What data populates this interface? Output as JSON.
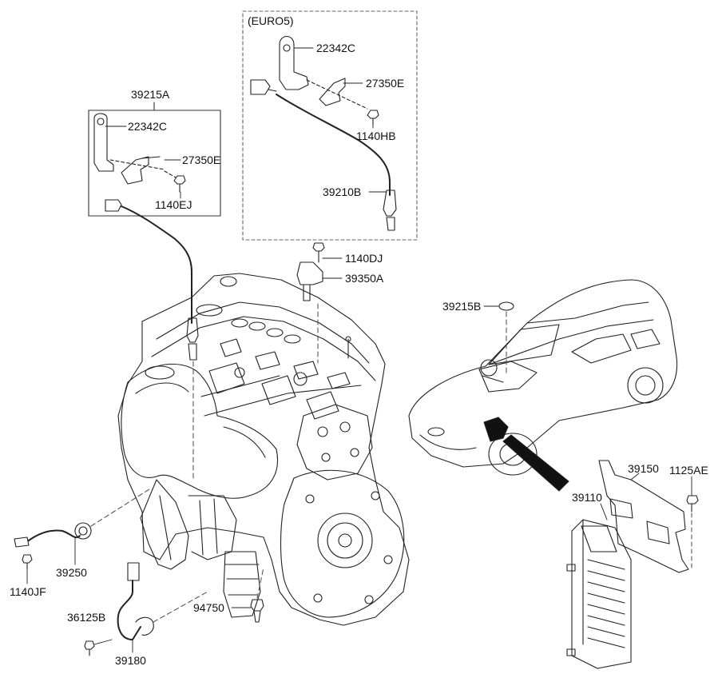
{
  "title": "",
  "group_euro5": "(EURO5)",
  "parts": {
    "p39215A": "39215A",
    "p22342C_a": "22342C",
    "p27350E_a": "27350E",
    "p1140EJ": "1140EJ",
    "p22342C_b": "22342C",
    "p27350E_b": "27350E",
    "p1140HB": "1140HB",
    "p39210B": "39210B",
    "p1140DJ": "1140DJ",
    "p39350A": "39350A",
    "p39215B": "39215B",
    "p39150": "39150",
    "p1125AE": "1125AE",
    "p39110": "39110",
    "p39250": "39250",
    "p1140JF": "1140JF",
    "p94750": "94750",
    "p36125B": "36125B",
    "p39180": "39180"
  },
  "colors": {
    "line": "#222222",
    "background": "#ffffff",
    "dash": "#555555"
  }
}
